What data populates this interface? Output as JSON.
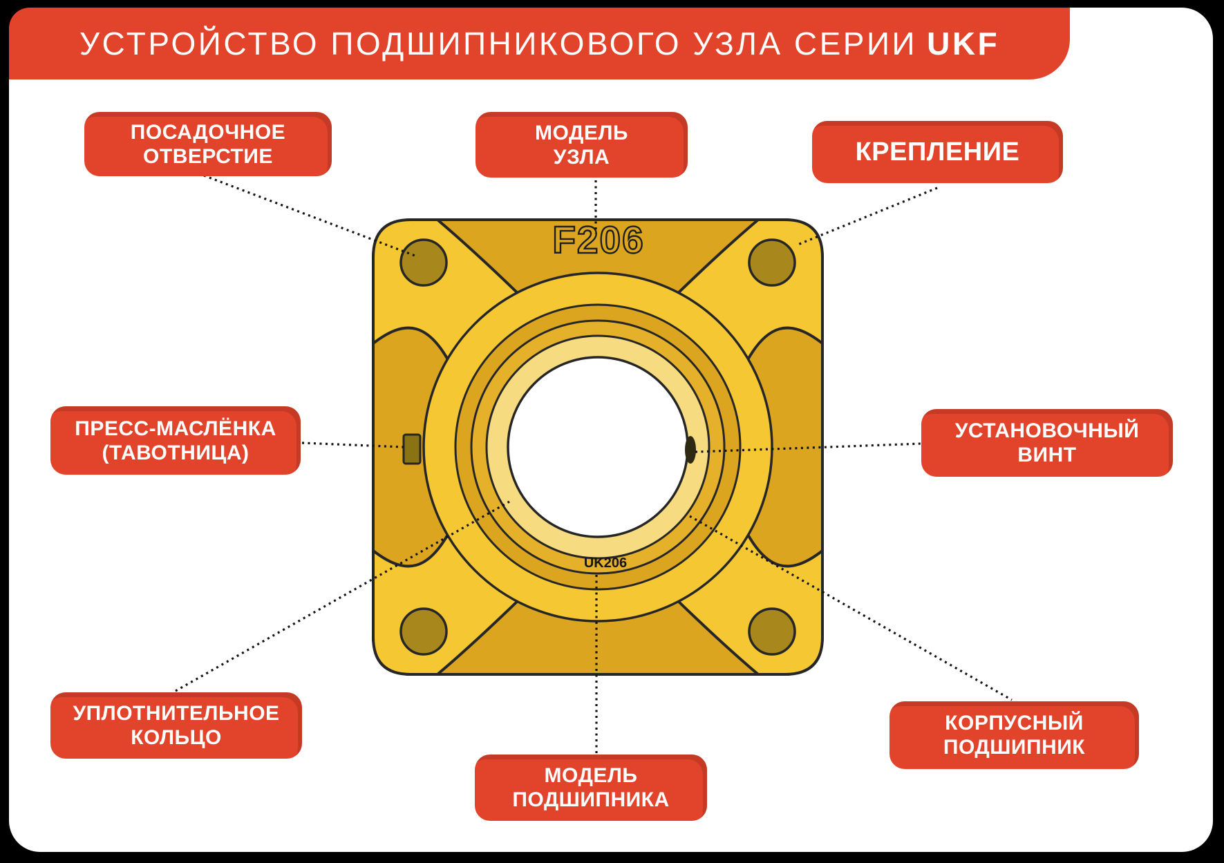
{
  "title": {
    "text": "УСТРОЙСТВО ПОДШИПНИКОВОГО УЗЛА СЕРИИ",
    "series": "UKF"
  },
  "bearing": {
    "model_top": "F206",
    "model_inner": "UK206"
  },
  "callouts": [
    {
      "id": "mounting-hole",
      "line1": "ПОСАДОЧНОЕ",
      "line2": "ОТВЕРСТИЕ"
    },
    {
      "id": "unit-model",
      "line1": "МОДЕЛЬ",
      "line2": "УЗЛА"
    },
    {
      "id": "fastening",
      "line1": "КРЕПЛЕНИЕ",
      "line2": ""
    },
    {
      "id": "grease-fitting",
      "line1": "ПРЕСС-МАСЛЁНКА",
      "line2": "(ТАВОТНИЦА)"
    },
    {
      "id": "set-screw",
      "line1": "УСТАНОВОЧНЫЙ",
      "line2": "ВИНТ"
    },
    {
      "id": "seal-ring",
      "line1": "УПЛОТНИТЕЛЬНОЕ",
      "line2": "КОЛЬЦО"
    },
    {
      "id": "bearing-model",
      "line1": "МОДЕЛЬ",
      "line2": "ПОДШИПНИКА"
    },
    {
      "id": "housing-bearing",
      "line1": "КОРПУСНЫЙ",
      "line2": "ПОДШИПНИК"
    }
  ],
  "colors": {
    "red": "#E2432B",
    "red_shadow": "#C23619",
    "gold_base": "#DCA51F",
    "gold_light": "#F4C733",
    "gold_mid": "#E5B02A",
    "gold_pale": "#F6DB80",
    "hole": "#A8871C",
    "grease": "#8A7313",
    "outline": "#262626",
    "line": "#141414"
  }
}
